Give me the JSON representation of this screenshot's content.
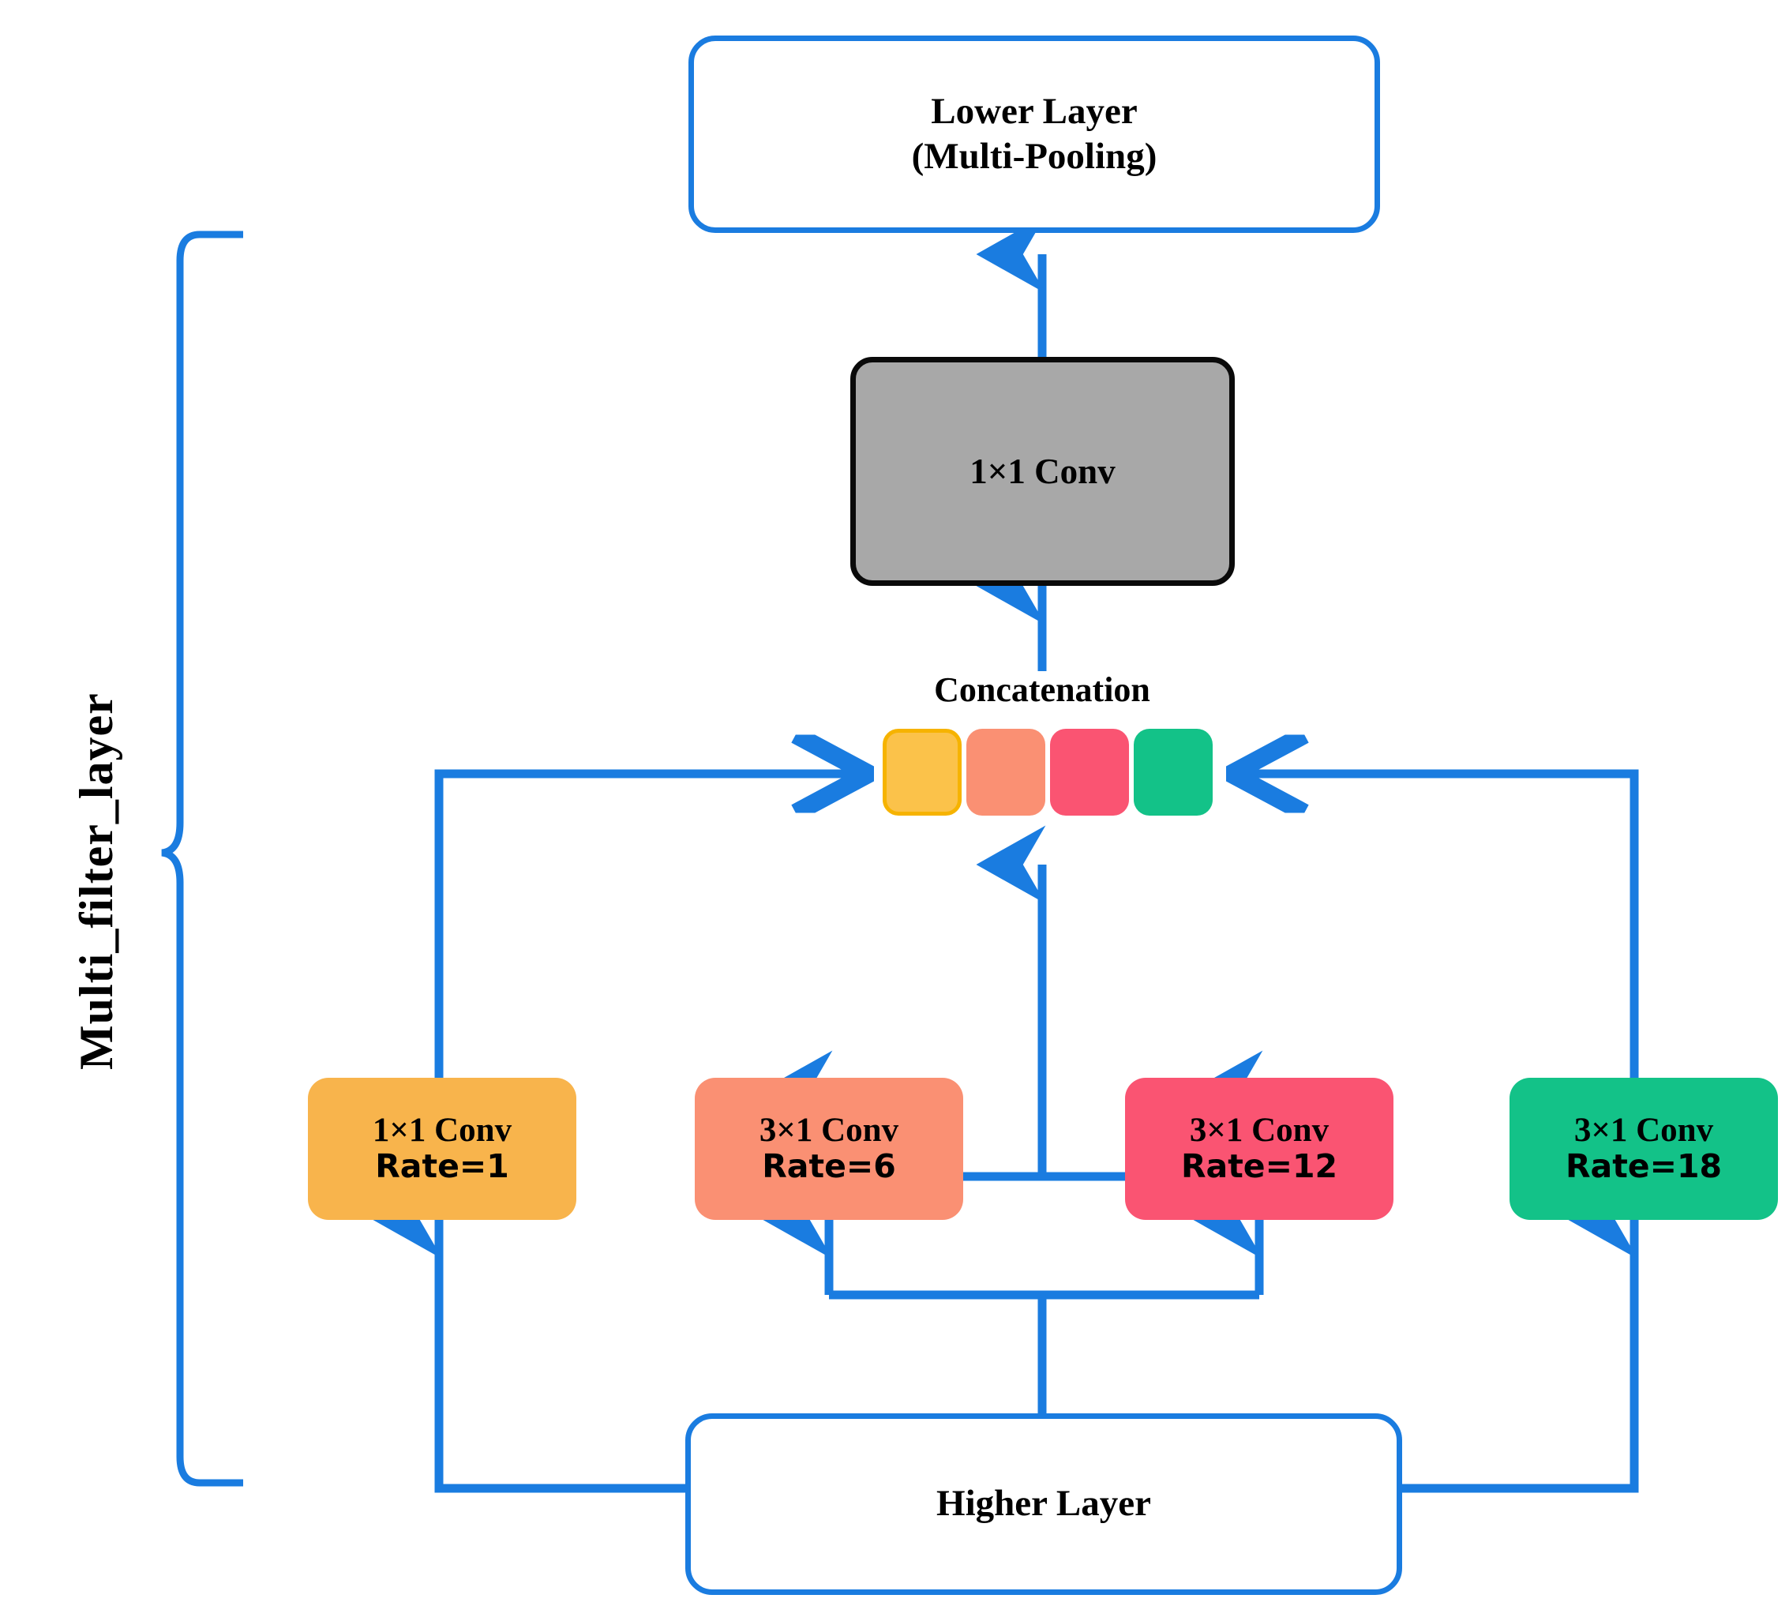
{
  "diagram": {
    "title_label": "Multi_filter_layer",
    "accent_color": "#1a7ce0",
    "top_box": {
      "line1": "Lower Layer",
      "line2": "(Multi-Pooling)"
    },
    "fusion_box": {
      "label": "1×1 Conv",
      "fill": "#a8a8a8",
      "border": "#0a0a0a"
    },
    "concatenation": {
      "label": "Concatenation",
      "cells": [
        {
          "name": "concat-cell-rate-1",
          "fill": "#fbc24a",
          "border": "#f6b300"
        },
        {
          "name": "concat-cell-rate-6",
          "fill": "#fa9073",
          "border": "#fa9073"
        },
        {
          "name": "concat-cell-rate-12",
          "fill": "#fa5472",
          "border": "#fa5472"
        },
        {
          "name": "concat-cell-rate-18",
          "fill": "#13c288",
          "border": "#13c288"
        }
      ]
    },
    "conv_branches": [
      {
        "kernel": "1×1 Conv",
        "rate": "Rate=1",
        "fill": "#f8b44c"
      },
      {
        "kernel": "3×1 Conv",
        "rate": "Rate=6",
        "fill": "#fa9073"
      },
      {
        "kernel": "3×1 Conv",
        "rate": "Rate=12",
        "fill": "#fa5472"
      },
      {
        "kernel": "3×1 Conv",
        "rate": "Rate=18",
        "fill": "#13c288"
      }
    ],
    "bottom_box": {
      "label": "Higher Layer"
    }
  }
}
